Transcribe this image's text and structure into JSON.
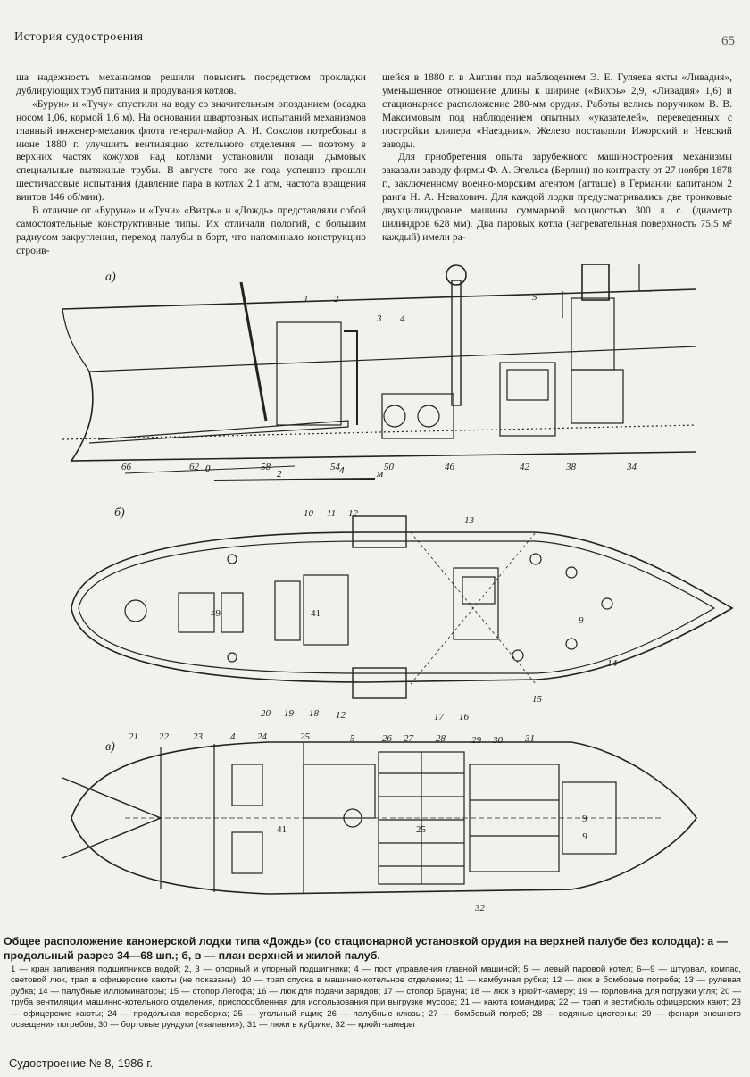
{
  "header": {
    "section": "История судостроения",
    "page_number": "65"
  },
  "columns": {
    "left": [
      "ша надежность механизмов решили повысить посредством прокладки дублирующих труб питания и продувания котлов.",
      "«Бурун» и «Тучу» спустили на воду со значительным опозданием (осадка носом 1,06, кормой 1,6 м). На основании швартовных испытаний механизмов главный инженер-механик флота генерал-майор А. И. Соколов потребовал в июне 1880 г. улучшить вентиляцию котельного отделения — поэтому в верхних частях кожухов над котлами установили позади дымовых специальные вытяжные трубы. В августе того же года успешно прошли шестичасовые испытания (давление пара в котлах 2,1 атм, частота вращения винтов 146 об/мин).",
      "В отличие от «Буруна» и «Тучи» «Вихрь» и «Дождь» представляли собой самостоятельные конструктивные типы. Их отличали пологий, с большим радиусом закругления, переход палубы в борт, что напоминало конструкцию строив-"
    ],
    "right": [
      "шейся в 1880 г. в Англии под наблюдением Э. Е. Гуляева яхты «Ливадия», уменьшенное отношение длины к ширине («Вихрь» 2,9, «Ливадия» 1,6) и стационарное расположение 280-мм орудия. Работы велись поручиком В. В. Максимовым под наблюдением опытных «указателей», переведенных с постройки клипера «Наездник». Железо поставляли Ижорский и Невский заводы.",
      "Для приобретения опыта зарубежного машиностроения механизмы заказали заводу фирмы Ф. А. Эгельса (Берлин) по контракту от 27 ноября 1878 г., заключенному военно-морским агентом (атташе) в Германии капитаном 2 ранга Н. А. Невахович. Для каждой лодки предусматривались две тронковые двухцилиндровые машины суммарной мощностью 300 л. с. (диаметр цилиндров 628 мм). Два паровых котла (нагревательная поверхность 75,5 м² каждый) имели ра-"
    ]
  },
  "figure": {
    "panel_a": "а)",
    "panel_b": "б)",
    "panel_c": "в)",
    "scale_ticks": [
      "0",
      "2",
      "4"
    ],
    "scale_unit": "м",
    "frames_a": [
      "66",
      "62",
      "58",
      "54",
      "50",
      "46",
      "42",
      "38",
      "34"
    ],
    "callouts_a": [
      "1",
      "2",
      "3",
      "4",
      "5"
    ],
    "callouts_b": [
      "10",
      "11",
      "12",
      "13",
      "9",
      "14",
      "15",
      "16",
      "17",
      "12",
      "18",
      "19",
      "20"
    ],
    "callouts_c": [
      "21",
      "22",
      "23",
      "4",
      "24",
      "25",
      "5",
      "26",
      "27",
      "28",
      "29",
      "30",
      "31",
      "9",
      "32"
    ],
    "inner_b": [
      "49",
      "41"
    ],
    "inner_c": [
      "41",
      "25",
      "9"
    ]
  },
  "caption": {
    "title": "Общее расположение канонерской лодки типа «Дождь» (со стационарной установкой орудия на верхней палубе без колодца): а — продольный разрез 34—68 шп.; б, в — план верхней и жилой палуб.",
    "legend": "1 — кран заливания подшипников водой; 2, 3 — опорный и упорный подшипники; 4 — пост управления главной машиной; 5 — левый паровой котел; 6—9 — штурвал, компас, световой люк, трап в офицерские каюты (не показаны); 10 — трап спуска в машинно-котельное отделение; 11 — камбузная рубка; 12 — люк в бомбовые погреба; 13 — рулевая рубка; 14 — палубные иллюминаторы; 15 — стопор Легофа; 16 — люк для подачи зарядов; 17 — стопор Брауна; 18 — люк в крюйт-камеру; 19 — горловина для погрузки угля; 20 — труба вентиляции машинно-котельного отделения, приспособленная для использования при выгрузке мусора; 21 — каюта командира; 22 — трап и вестибюль офицерских кают; 23 — офицерские каюты; 24 — продольная переборка; 25 — угольный ящик; 26 — палубные клюзы; 27 — бомбовый погреб; 28 — водяные цистерны; 29 — фонари внешнего освещения погребов; 30 — бортовые рундуки («залавки»); 31 — люки в кубрике; 32 — крюйт-камеры"
  },
  "footer": "Судостроение № 8, 1986 г."
}
